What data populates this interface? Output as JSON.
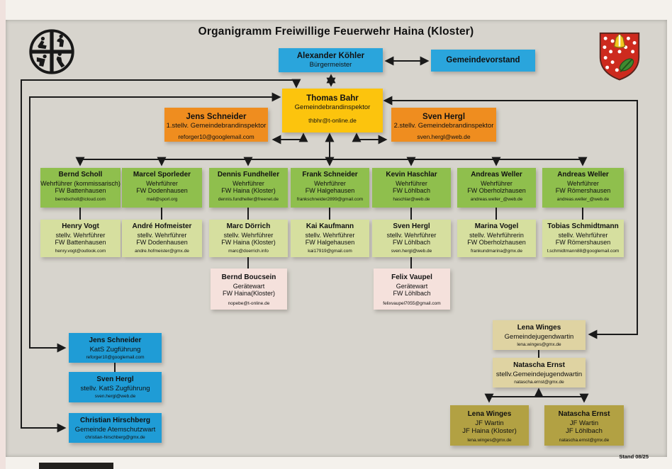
{
  "title": "Organigramm Freiwillige Feuerwehr Haina (Kloster)",
  "stand": "Stand 08/25",
  "top": {
    "buergermeister": {
      "name": "Alexander Köhler",
      "role": "Bürgermeister"
    },
    "gemeindevorstand": {
      "name": "Gemeindevorstand"
    },
    "gbi": {
      "name": "Thomas Bahr",
      "role": "Gemeindebrandinspektor",
      "email": "thbhr@t-online.de"
    },
    "stellv1": {
      "name": "Jens Schneider",
      "role": "1.stellv. Gemeindebrandinspektor",
      "email": "reforger10@googlemail.com"
    },
    "stellv2": {
      "name": "Sven Hergl",
      "role": "2.stellv. Gemeindebrandinspektor",
      "email": "sven.hergl@web.de"
    }
  },
  "wehrfuehrer": [
    {
      "name": "Bernd Scholl",
      "role": "Wehrführer (kommissarisch)",
      "unit": "FW Battenhausen",
      "email": "berndscholl@icloud.com"
    },
    {
      "name": "Marcel Sporleder",
      "role": "Wehrführer",
      "unit": "FW Dodenhausen",
      "email": "mail@sporl.org"
    },
    {
      "name": "Dennis Fundheller",
      "role": "Wehrführer",
      "unit": "FW Haina (Kloster)",
      "email": "dennis.fundheller@freenet.de"
    },
    {
      "name": "Frank Schneider",
      "role": "Wehrführer",
      "unit": "FW Halgehausen",
      "email": "frankschneider2899@gmail.com"
    },
    {
      "name": "Kevin Haschlar",
      "role": "Wehrführer",
      "unit": "FW Löhlbach",
      "email": "haschlar@web.de"
    },
    {
      "name": "Andreas Weller",
      "role": "Wehrführer",
      "unit": "FW Oberholzhausen",
      "email": "andreas.weller_@web.de"
    },
    {
      "name": "Andreas Weller",
      "role": "Wehrführer",
      "unit": "FW Römershausen",
      "email": "andreas.weller_@web.de"
    }
  ],
  "stellv_wehrfuehrer": [
    {
      "name": "Henry Vogt",
      "role": "stellv. Wehrführer",
      "unit": "FW Battenhausen",
      "email": "henry.vogt@outlook.com"
    },
    {
      "name": "André Hofmeister",
      "role": "stellv. Wehrführer",
      "unit": "FW Dodenhausen",
      "email": "andre.hofmeister@gmx.de"
    },
    {
      "name": "Marc Dörrich",
      "role": "stellv. Wehrführer",
      "unit": "FW Haina (Kloster)",
      "email": "marc@doerrich.info"
    },
    {
      "name": "Kai Kaufmann",
      "role": "stellv. Wehrführer",
      "unit": "FW Halgehausen",
      "email": "kai17919@gmail.com"
    },
    {
      "name": "Sven Hergl",
      "role": "stellv. Wehrführer",
      "unit": "FW Löhlbach",
      "email": "sven.hergl@web.de"
    },
    {
      "name": "Marina Vogel",
      "role": "stellv. Wehrführerin",
      "unit": "FW Oberholzhausen",
      "email": "frankundmarina@gmx.de"
    },
    {
      "name": "Tobias Schmidtmann",
      "role": "stellv. Wehrführer",
      "unit": "FW Römershausen",
      "email": "t.schmidtmann88@googlemail.com"
    }
  ],
  "geraetewarte": [
    {
      "name": "Bernd Boucsein",
      "role": "Gerätewart",
      "unit": "FW Haina(Kloster)",
      "email": "nopebe@t-online.de"
    },
    {
      "name": "Felix Vaupel",
      "role": "Gerätewart",
      "unit": "FW Löhlbach",
      "email": "felixvaupel7055@gmail.com"
    }
  ],
  "kats": [
    {
      "name": "Jens Schneider",
      "role": "KatS Zugführung",
      "email": "reforger10@googlemail.com"
    },
    {
      "name": "Sven Hergl",
      "role": "stellv. KatS Zugführung",
      "email": "sven.hergl@web.de"
    },
    {
      "name": "Christian Hirschberg",
      "role": "Gemeinde Atemschutzwart",
      "email": "christian-hirschberg@gmx.de"
    }
  ],
  "jugend": [
    {
      "name": "Lena Winges",
      "role": "Gemeindejugendwartin",
      "email": "lena.winges@gmx.de"
    },
    {
      "name": "Natascha Ernst",
      "role": "stellv.Gemeindejugendwartin",
      "email": "natascha.ernst@gmx.de"
    }
  ],
  "jf": [
    {
      "name": "Lena Winges",
      "role": "JF Wartin",
      "unit": "JF Haina (Kloster)",
      "email": "lena.winges@gmx.de"
    },
    {
      "name": "Natascha Ernst",
      "role": "JF Wartin",
      "unit": "JF Löhlbach",
      "email": "natascha.ernst@gmx.de"
    }
  ],
  "icons": {
    "left": "feuerwehr-emblem",
    "right": "wappen-haina"
  },
  "colors": {
    "blue": "#2aa5dc",
    "kats_blue": "#1f9cd6",
    "yellow": "#fcc40d",
    "orange": "#ef8d1f",
    "green": "#8fbf4d",
    "light_green": "#d6df9f",
    "pink": "#f5e1dc",
    "tan": "#dfd3a2",
    "gold": "#b2a143",
    "line": "#1a1a1a"
  }
}
